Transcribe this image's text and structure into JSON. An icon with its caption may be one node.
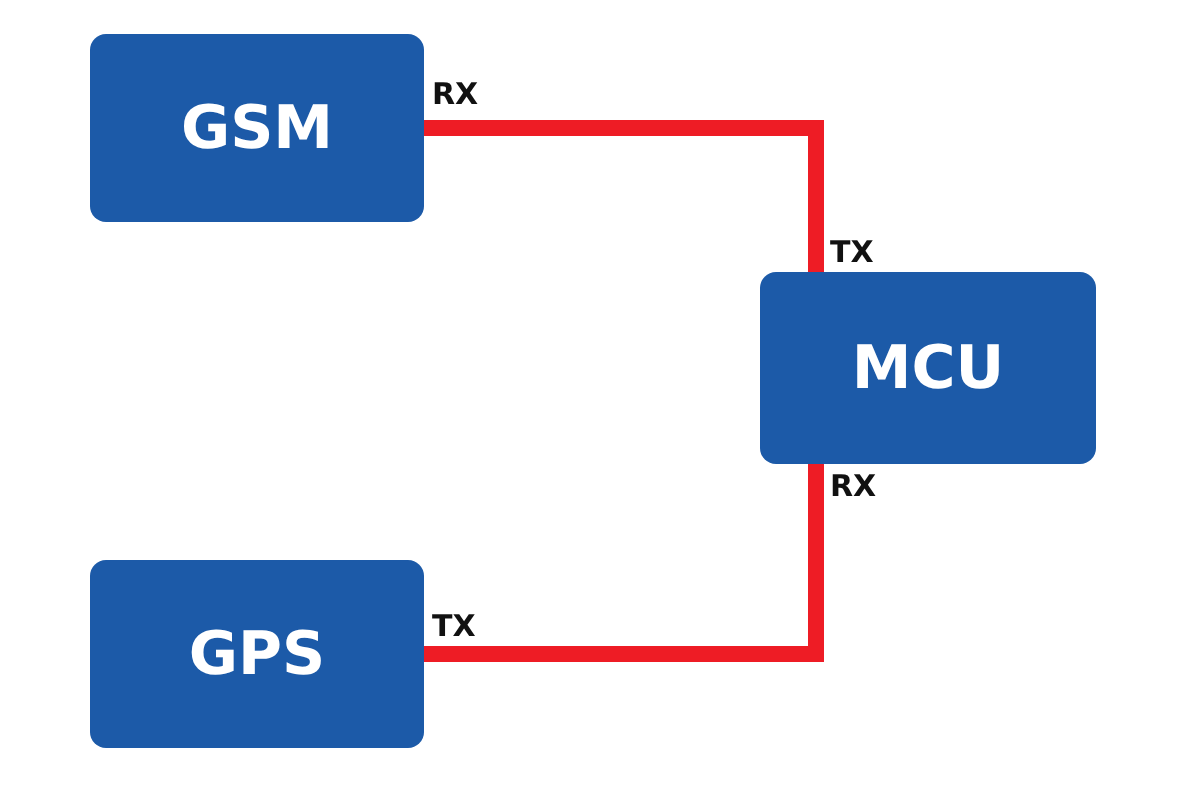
{
  "diagram": {
    "nodes": [
      {
        "text": [
          "GSM"
        ]
      },
      {
        "text": [
          "MCU"
        ]
      },
      {
        "text": [
          "GPS"
        ]
      }
    ],
    "edges": [
      {
        "from": 0,
        "to": 1,
        "arrow": "none"
      },
      {
        "from": 2,
        "to": 1,
        "arrow": "none"
      }
    ],
    "labels": [
      "RX",
      "TX",
      "RX",
      "TX"
    ]
  }
}
